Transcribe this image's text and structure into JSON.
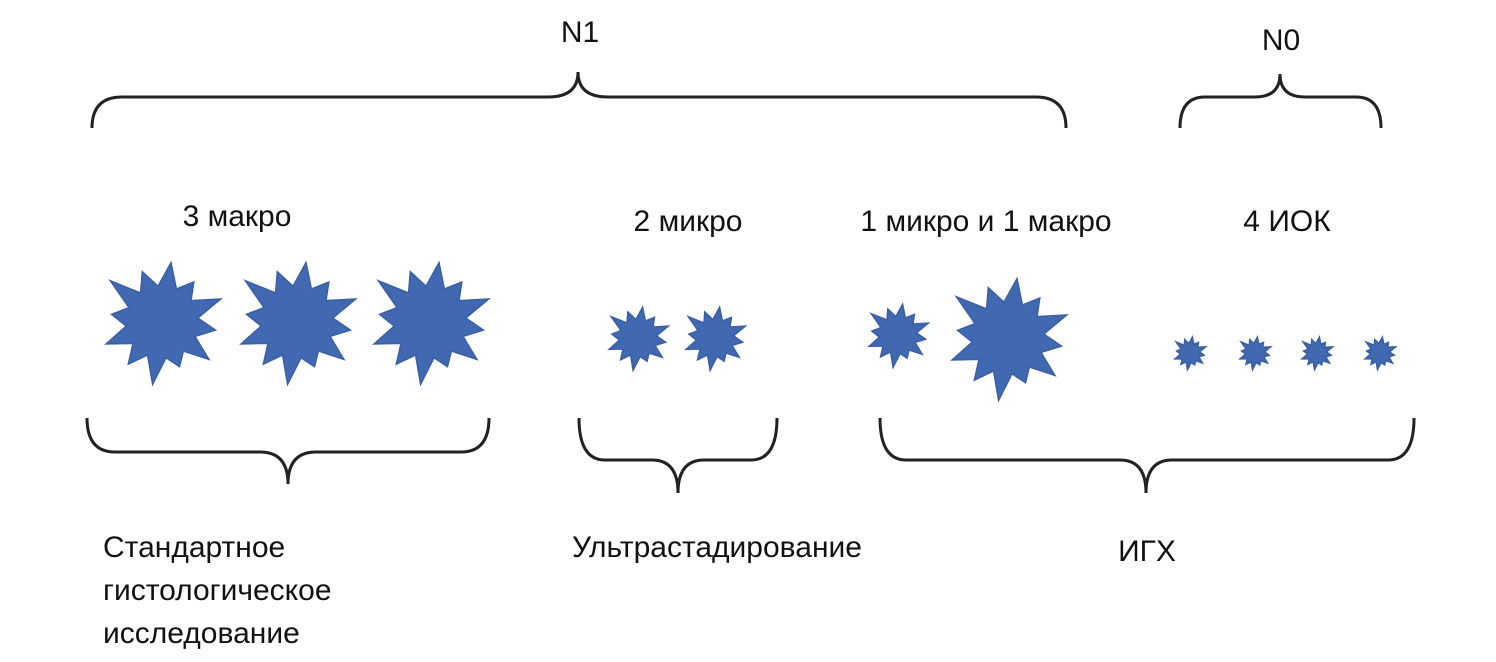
{
  "colors": {
    "node": "#4169b1",
    "brace": "#222222"
  },
  "top_groups": [
    {
      "label": "N1"
    },
    {
      "label": "N0"
    }
  ],
  "node_groups": [
    {
      "label": "3 макро",
      "nodes": [
        "macro",
        "macro",
        "macro"
      ]
    },
    {
      "label": "2 микро",
      "nodes": [
        "micro",
        "micro"
      ]
    },
    {
      "label": "1 микро и 1 макро",
      "nodes": [
        "micro",
        "macro"
      ]
    },
    {
      "label": "4 ИОК",
      "nodes": [
        "itc",
        "itc",
        "itc",
        "itc"
      ]
    }
  ],
  "methods": {
    "standard": [
      "Стандартное",
      "гистологическое",
      "исследование"
    ],
    "ultra": "Ультрастадирование",
    "ihc": "ИГХ"
  }
}
